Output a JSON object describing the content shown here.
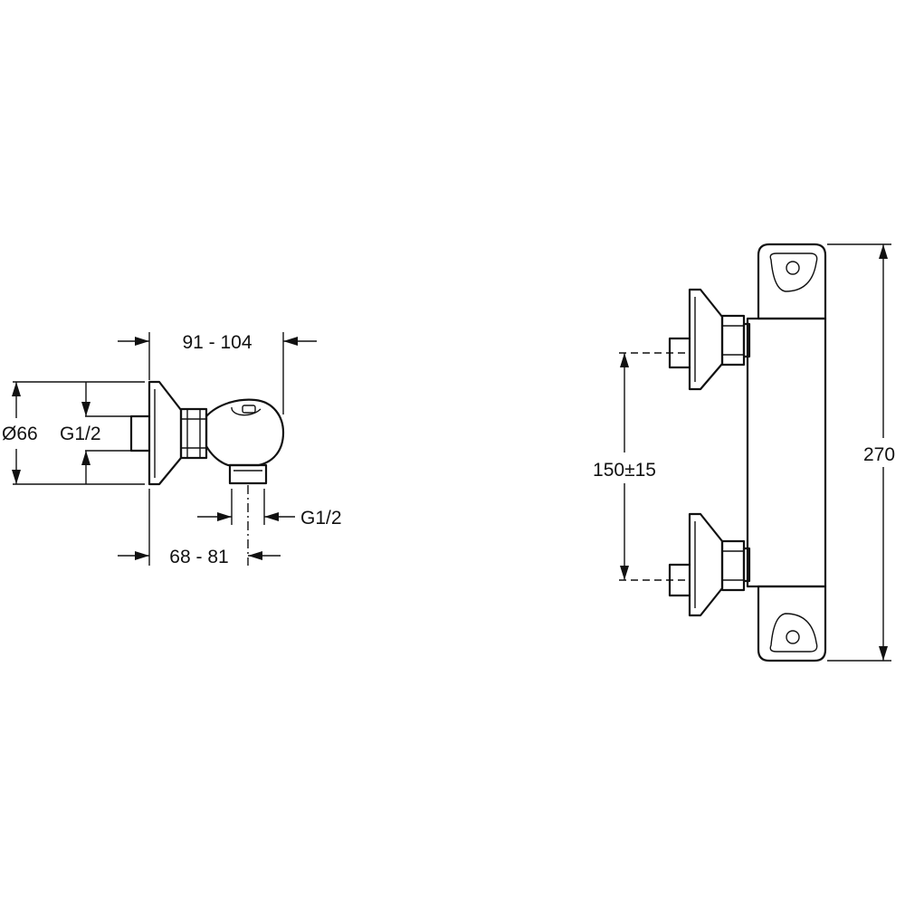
{
  "side_view": {
    "dim_top": "91 - 104",
    "dim_diameter": "Ø66",
    "dim_inlet_thread": "G1/2",
    "dim_outlet_thread": "G1/2",
    "dim_bottom": "68 - 81"
  },
  "front_view": {
    "dim_centers": "150±15",
    "dim_height": "270"
  }
}
